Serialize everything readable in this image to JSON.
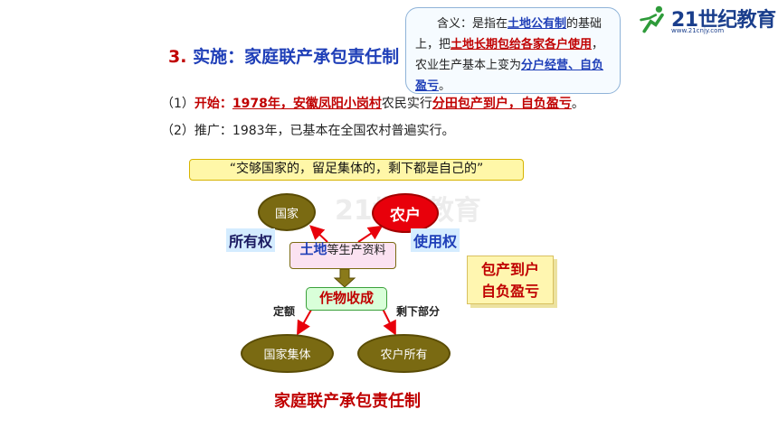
{
  "logo": {
    "text": "21世纪教育",
    "url": "www.21cnjy.com",
    "brand_color": "#1a3e8c",
    "accent_color": "#2e9b3a"
  },
  "definition": {
    "intro": "含义：是指在",
    "land_public": "土地公有制",
    "suffix1": "的",
    "part2": "基础上，把",
    "long_term": "土地长期包给各家各户使用",
    "part3": "，农业生产基本上变为",
    "result": "分户经营、自负盈亏",
    "end": "。"
  },
  "heading": {
    "number": "3.",
    "label": "实施：家庭联产承包责任制"
  },
  "line1": {
    "prefix": "（1）",
    "key": "开始：",
    "detail": "1978年，安徽凤阳小岗村",
    "middle": "农民实行",
    "policy": "分田包产到户，自负盈亏",
    "end": "。"
  },
  "line2": {
    "text": "（2）推广：1983年，已基本在全国农村普遍实行。"
  },
  "quote": "“交够国家的，留足集体的，剩下都是自己的”",
  "diagram": {
    "state": "国家",
    "farmer": "农户",
    "ownership": "所有权",
    "use_right": "使用权",
    "land_big": "土地",
    "land_rest": "等生产资料",
    "crops": "作物收成",
    "quota": "定额",
    "remaining": "剩下部分",
    "collective": "国家集体",
    "farmer_own": "农户所有"
  },
  "card": {
    "line1": "包产到户",
    "line2": "自负盈亏"
  },
  "caption": "家庭联产承包责任制",
  "watermark": "21世纪教育",
  "colors": {
    "red": "#c00000",
    "blue": "#1f3fb8",
    "olive": "#7a6a12"
  }
}
